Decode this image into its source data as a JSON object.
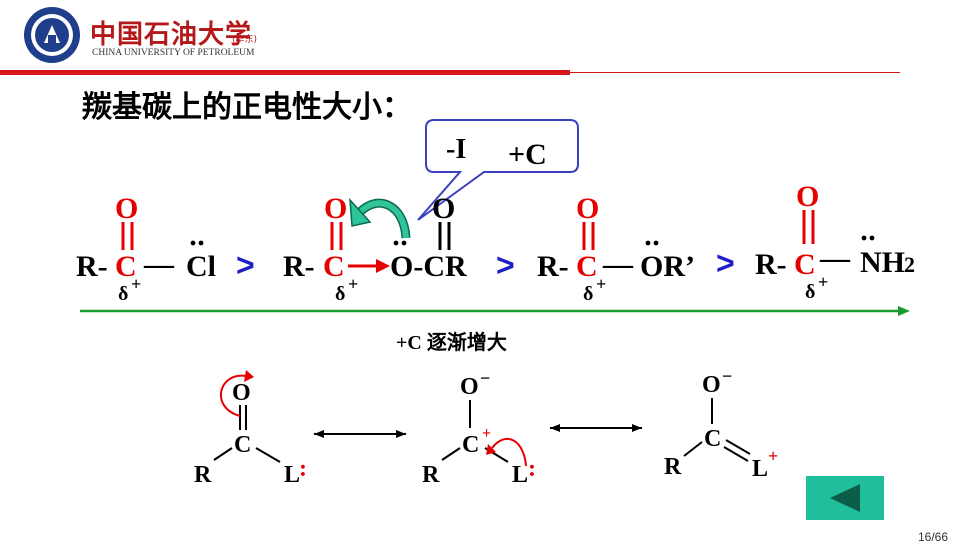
{
  "header": {
    "brand_cn": "中国石油大学",
    "brand_cn_sub": "(华东)",
    "brand_en": "CHINA UNIVERSITY OF PETROLEUM"
  },
  "slide": {
    "title": "羰基碳上的正电性大小：",
    "callout": {
      "minus_i": "-I",
      "plus_c": "+C"
    },
    "gt": ">",
    "effects": {
      "label_prefix": "+C",
      "label_cn": "逐渐增大"
    },
    "compounds": [
      {
        "o": "O",
        "r": "R-",
        "c": "C",
        "delta": "δ",
        "delta_sup": "+",
        "bond": "—",
        "sub": "Cl"
      },
      {
        "o": "O",
        "r": "R-",
        "c": "C",
        "delta": "δ",
        "delta_sup": "+",
        "sub": "O-CR",
        "o2": "O"
      },
      {
        "o": "O",
        "r": "R-",
        "c": "C",
        "delta": "δ",
        "delta_sup": "+",
        "bond": "—",
        "sub": "OR’"
      },
      {
        "o": "O",
        "r": "R-",
        "c": "C",
        "delta": "δ",
        "delta_sup": "+",
        "bond": "—",
        "sub": "NH",
        "sub2": "2"
      }
    ],
    "resonance": [
      {
        "o": "O",
        "c": "C",
        "r": "R",
        "l": "L",
        "lone": ":"
      },
      {
        "o": "O",
        "o_charge": "−",
        "c": "C",
        "c_charge": "+",
        "r": "R",
        "l": "L",
        "lone": ":"
      },
      {
        "o": "O",
        "o_charge": "−",
        "c": "C",
        "r": "R",
        "l": "L",
        "l_charge": "+"
      }
    ]
  },
  "nav": {
    "prev_icon": "triangle-left-icon",
    "page": "16/66"
  },
  "colors": {
    "red": "#e60000",
    "blue": "#1f1fc8",
    "green": "#1a9a2a",
    "teal": "#1fbf9b",
    "hdr_red": "#d7141a"
  }
}
